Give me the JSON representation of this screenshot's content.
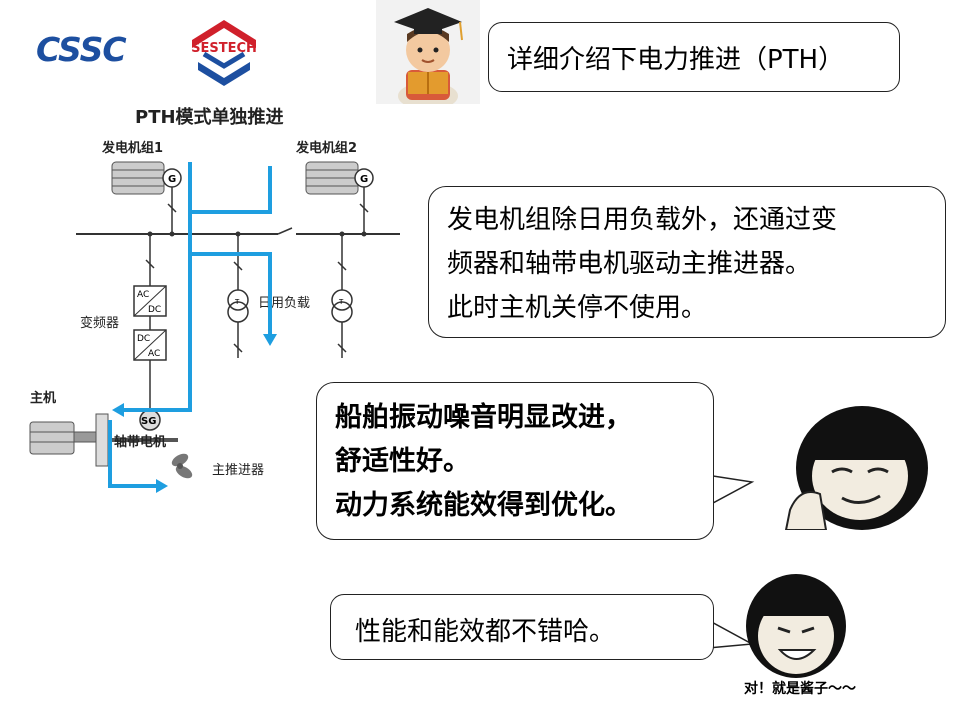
{
  "logos": {
    "cssc": "CSSC",
    "sestech": "SESTECH"
  },
  "question": {
    "text": "详细介绍下电力推进（PTH）"
  },
  "diagram": {
    "title": "PTH模式单独推进",
    "generator1": "发电机组1",
    "generator2": "发电机组2",
    "daily_load": "日用负载",
    "converter": "变频器",
    "main_engine": "主机",
    "shaft_motor": "轴带电机",
    "propeller": "主推进器",
    "ac1": "AC",
    "dc1": "DC",
    "dc2": "DC",
    "ac2": "AC",
    "g1": "G",
    "g2": "G",
    "sg": "SG",
    "t1": "T",
    "t2": "T"
  },
  "bubble1": {
    "lines": [
      "发电机组除日用负载外，还通过变",
      "频器和轴带电机驱动主推进器。",
      "此时主机关停不使用。"
    ]
  },
  "bubble2": {
    "lines": [
      "船舶振动噪音明显改进，",
      "舒适性好。",
      "动力系统能效得到优化。"
    ]
  },
  "bubble3": {
    "text": "性能和能效都不错哈。"
  },
  "meme_caption": "对！就是酱子～～",
  "colors": {
    "flow": "#1e9ee0",
    "cssc_blue": "#1d4fa0",
    "sestech_red": "#d0202b"
  }
}
